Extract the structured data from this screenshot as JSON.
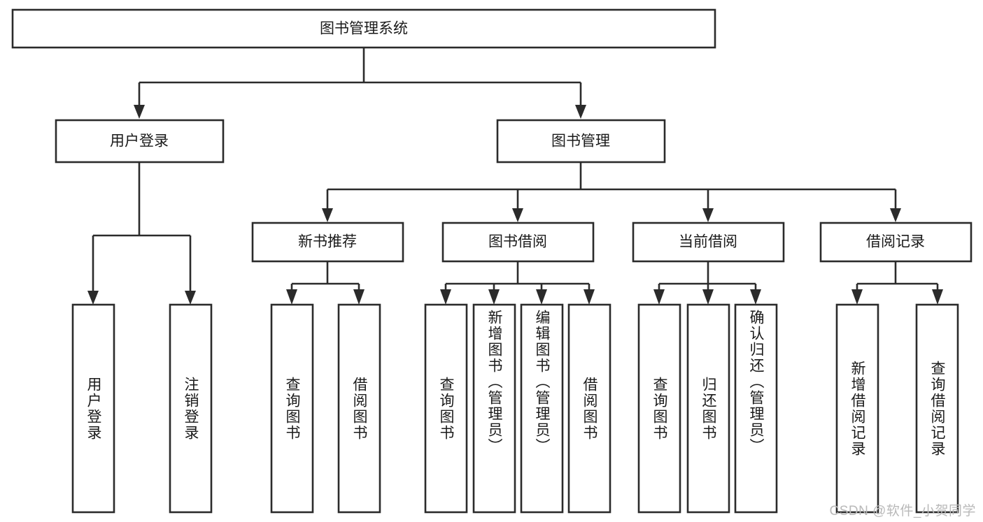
{
  "diagram": {
    "type": "tree",
    "title": "图书管理系统",
    "watermark": "CSDN @软件_小贺同学",
    "colors": {
      "stroke": "#2b2b2b",
      "fill": "#ffffff",
      "text": "#1a1a1a",
      "watermark": "#b9b9b9",
      "background": "#ffffff"
    },
    "root": {
      "label": "图书管理系统"
    },
    "level2": [
      {
        "label": "用户登录"
      },
      {
        "label": "图书管理"
      }
    ],
    "level3": [
      {
        "label": "新书推荐"
      },
      {
        "label": "图书借阅"
      },
      {
        "label": "当前借阅"
      },
      {
        "label": "借阅记录"
      }
    ],
    "leaves": [
      {
        "label": "用户登录",
        "parent": "用户登录"
      },
      {
        "label": "注销登录",
        "parent": "用户登录"
      },
      {
        "label": "查询图书",
        "parent": "新书推荐"
      },
      {
        "label": "借阅图书",
        "parent": "新书推荐"
      },
      {
        "label": "查询图书",
        "parent": "图书借阅"
      },
      {
        "label": "新增图书（管理员）",
        "parent": "图书借阅"
      },
      {
        "label": "编辑图书（管理员）",
        "parent": "图书借阅"
      },
      {
        "label": "借阅图书",
        "parent": "图书借阅"
      },
      {
        "label": "查询图书",
        "parent": "当前借阅"
      },
      {
        "label": "归还图书",
        "parent": "当前借阅"
      },
      {
        "label": "确认归还（管理员）",
        "parent": "当前借阅"
      },
      {
        "label": "新增借阅记录",
        "parent": "借阅记录"
      },
      {
        "label": "查询借阅记录",
        "parent": "借阅记录"
      }
    ]
  }
}
